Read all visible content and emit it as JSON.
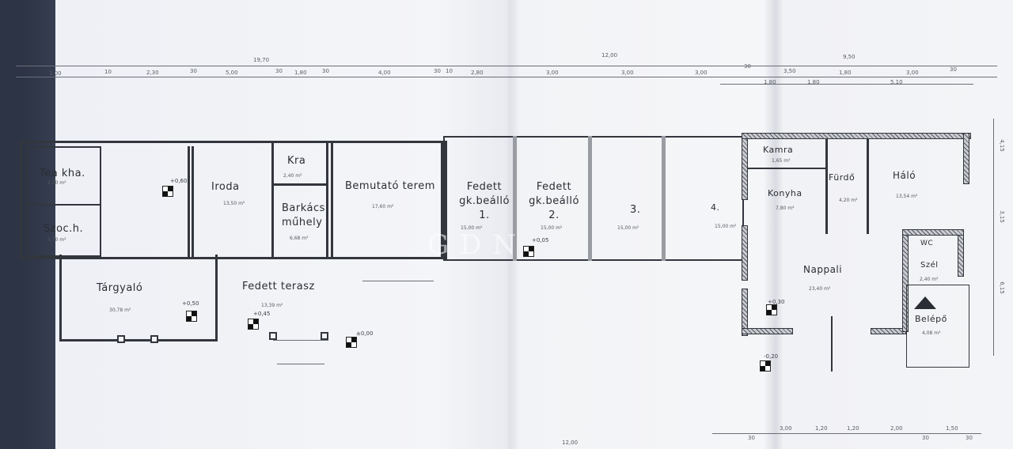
{
  "plan": {
    "overall_dims_top": [
      "19,70",
      "12,00",
      "9,50"
    ],
    "dims_top": [
      "3,00",
      "10",
      "2,30",
      "30",
      "5,00",
      "30",
      "1,80",
      "30",
      "4,00",
      "30",
      "10",
      "2,80",
      "3,00",
      "3,00",
      "3,00",
      "30",
      "3,50",
      "1,80",
      "1,80",
      "3,00",
      "30",
      "1,80",
      "5,10"
    ],
    "dims_bottom": [
      "12,00",
      "30",
      "3,00",
      "1,20",
      "1,20",
      "2,00",
      "30",
      "1,50",
      "30"
    ],
    "dims_right": [
      "4,15",
      "3,15",
      "6,15"
    ],
    "rooms": [
      {
        "name": "Tea kha.",
        "area": "2,50 m²"
      },
      {
        "name": "Szoc.h.",
        "area": "3,70 m²"
      },
      {
        "name": "Iroda",
        "area": "13,50 m²"
      },
      {
        "name": "Kra",
        "area": "2,40 m²"
      },
      {
        "name": "Barkács műhely",
        "area": "6,68 m²"
      },
      {
        "name": "Bemutató terem",
        "area": "17,60 m²"
      },
      {
        "name": "Tárgyaló",
        "area": "30,78 m²"
      },
      {
        "name": "Fedett terasz",
        "area": "13,39 m²"
      },
      {
        "name": "Fedett gk.beálló 1.",
        "area": "15,00 m²"
      },
      {
        "name": "Fedett gk.beálló 2.",
        "area": "15,00 m²"
      },
      {
        "name": "3.",
        "area": "15,00 m²"
      },
      {
        "name": "4.",
        "area": "15,00 m²"
      },
      {
        "name": "Kamra",
        "area": "1,65 m²"
      },
      {
        "name": "Konyha",
        "area": "7,80 m²"
      },
      {
        "name": "Fürdő",
        "area": "4,20 m²"
      },
      {
        "name": "Háló",
        "area": "13,54 m²"
      },
      {
        "name": "Nappali",
        "area": "23,40 m²"
      },
      {
        "name": "WC",
        "area": ""
      },
      {
        "name": "Szél",
        "area": "2,40 m²"
      },
      {
        "name": "Belépő",
        "area": "4,08 m²"
      }
    ],
    "levels": [
      "+0,60",
      "+0,50",
      "+0,45",
      "±0,00",
      "+0,05",
      "+0,30",
      "-0,20"
    ],
    "watermark": "GDN"
  }
}
